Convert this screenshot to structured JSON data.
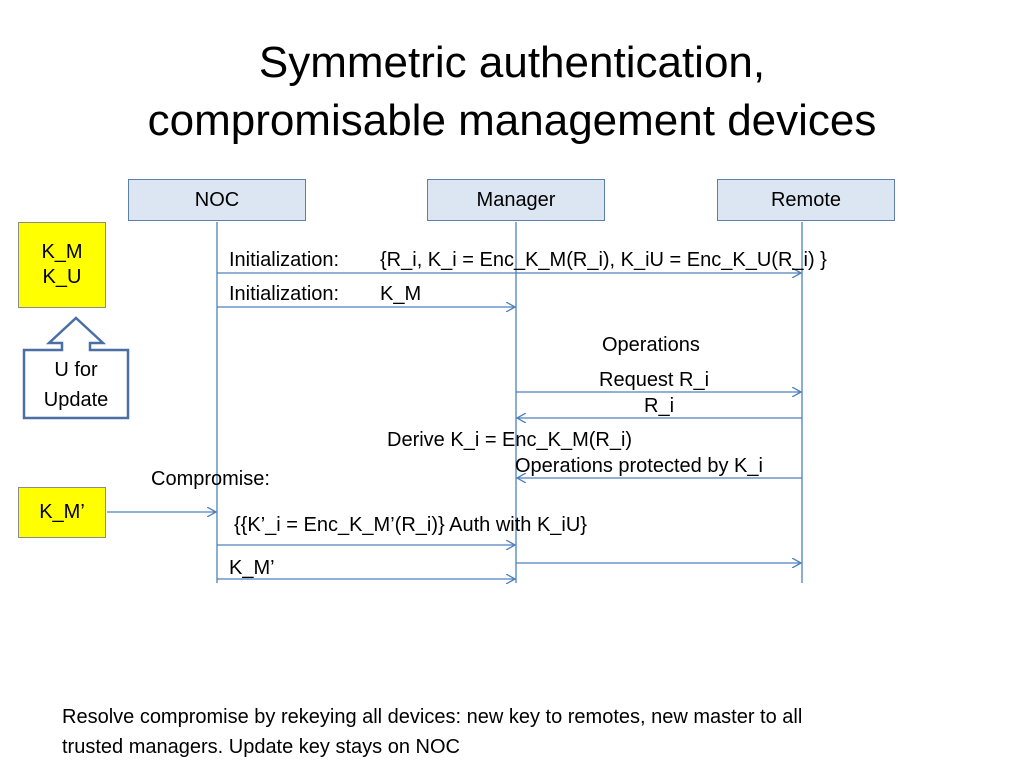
{
  "title": {
    "line1": "Symmetric authentication,",
    "line2": "compromisable management devices"
  },
  "actors": {
    "noc": "NOC",
    "manager": "Manager",
    "remote": "Remote"
  },
  "keys_box": {
    "line1": "K_M",
    "line2": "K_U"
  },
  "update_arrow": {
    "line1": "U for",
    "line2": "Update"
  },
  "compromised_key_box": "K_M’",
  "messages": {
    "init1_prefix": "Initialization:",
    "init1_content": "{R_i, K_i = Enc_K_M(R_i), K_iU = Enc_K_U(R_i) }",
    "init2_prefix": "Initialization:",
    "init2_content": "K_M",
    "operations": "Operations",
    "request": "Request R_i",
    "response": "R_i",
    "derive": "Derive K_i = Enc_K_M(R_i)",
    "protected": "Operations protected by K_i",
    "compromise": "Compromise:",
    "rekey_auth": "{{K’_i = Enc_K_M’(R_i)} Auth with K_iU}",
    "new_master": "K_M’"
  },
  "footer": {
    "line1": "Resolve compromise by rekeying all devices: new key to remotes, new master to all",
    "line2": "trusted managers. Update key stays on NOC"
  },
  "colors": {
    "actor_fill": "#dce6f2",
    "actor_border": "#5b7fb0",
    "key_fill": "#ffff00",
    "line": "#4f81bd",
    "update_arrow": "#4a6fa5"
  }
}
